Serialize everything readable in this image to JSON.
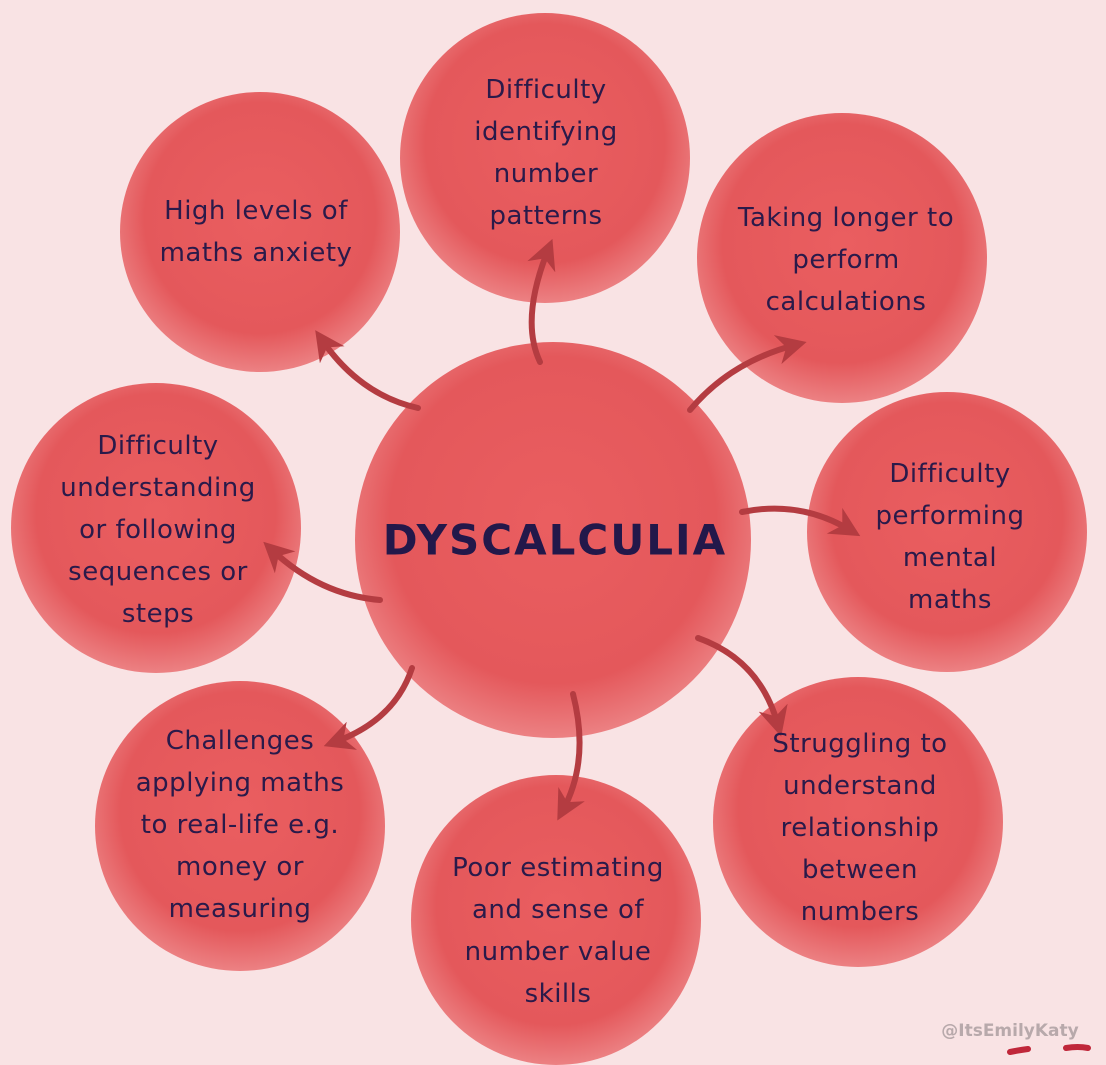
{
  "center": {
    "title": "DYSCALCULIA"
  },
  "nodes": [
    {
      "id": "patterns",
      "text": "Difficulty\nidentifying\nnumber\npatterns"
    },
    {
      "id": "calculations",
      "text": "Taking longer to\nperform\ncalculations"
    },
    {
      "id": "mental-maths",
      "text": "Difficulty\nperforming\nmental maths"
    },
    {
      "id": "relationship",
      "text": "Struggling to\nunderstand\nrelationship\nbetween\nnumbers"
    },
    {
      "id": "estimating",
      "text": "Poor estimating\nand sense of\nnumber value\nskills"
    },
    {
      "id": "real-life",
      "text": "Challenges\napplying maths\nto real-life e.g.\nmoney or\nmeasuring"
    },
    {
      "id": "sequences",
      "text": "Difficulty\nunderstanding\nor following\nsequences or\nsteps"
    },
    {
      "id": "anxiety",
      "text": "High levels of\nmaths anxiety"
    }
  ],
  "watermark": "@ItsEmilyKaty",
  "colors": {
    "background": "#f9e3e4",
    "circle": "#e85a5c",
    "arrow": "#b43c41",
    "text": "#2a1a4a"
  }
}
